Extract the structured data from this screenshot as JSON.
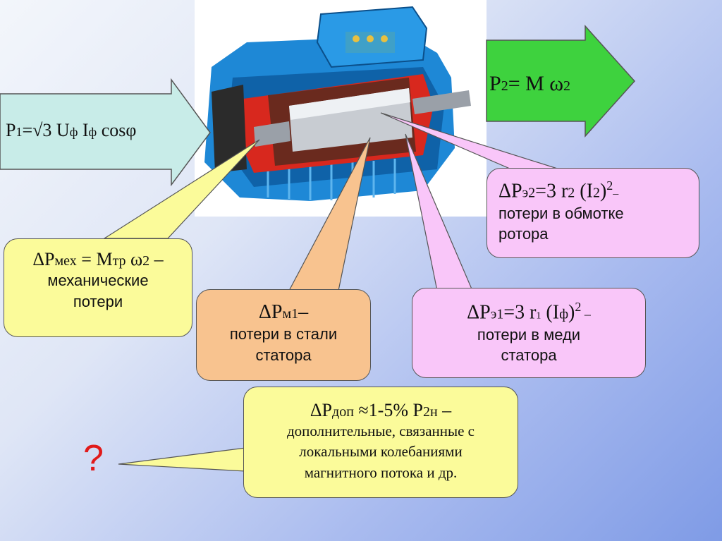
{
  "input_arrow": {
    "prefix": "P",
    "sub": "1",
    "formula": "=√3 U",
    "u_sub": "ф",
    "i_part": " I",
    "i_sub": "ф",
    "tail": " cosφ"
  },
  "output_arrow": {
    "prefix": "P",
    "sub": "2",
    "formula": "= M ω",
    "omega_sub": "2"
  },
  "mech_losses": {
    "formula_a": "ΔP",
    "formula_a_sub": "мех",
    "formula_b": " = M",
    "formula_b_sub": "тр",
    "formula_c": " ω",
    "formula_c_sub": "2",
    "formula_d": " –",
    "line1": "механические",
    "line2": "потери"
  },
  "stator_steel": {
    "formula_a": "ΔP",
    "formula_a_sub": "м1",
    "formula_b": "–",
    "line1": "потери в стали",
    "line2": "статора"
  },
  "rotor_copper": {
    "formula_a": "ΔP",
    "formula_a_sub": "э2",
    "formula_b": "=3 r",
    "formula_b_sub": "2",
    "formula_c": " (I",
    "formula_c_sub": "2",
    "formula_d": ")",
    "formula_sup": "2",
    "formula_e": "–",
    "line1": "потери в обмотке",
    "line2": "ротора"
  },
  "stator_copper": {
    "formula_a": "ΔP",
    "formula_a_sub": "э1",
    "formula_b": "=3 r",
    "formula_b_sub": "1",
    "formula_c": " (I",
    "formula_c_sub": "ф",
    "formula_d": ")",
    "formula_sup": "2",
    "formula_e": " –",
    "line1": "потери в меди",
    "line2": "статора"
  },
  "additional_losses": {
    "formula_a": "ΔP",
    "formula_a_sub": "доп",
    "formula_b": " ≈1-5% P",
    "formula_b_sub": "2н",
    "formula_c": " –",
    "line1": "дополнительные, связанные с",
    "line2": "локальными колебаниями",
    "line3": "магнитного потока и др."
  },
  "question_mark": "?",
  "colors": {
    "input_arrow": "#c8ece8",
    "output_arrow": "#3ed23e",
    "yellow": "#fbfb9a",
    "orange": "#f8c38f",
    "pink": "#f9c6f9",
    "question": "#e11a1a"
  }
}
